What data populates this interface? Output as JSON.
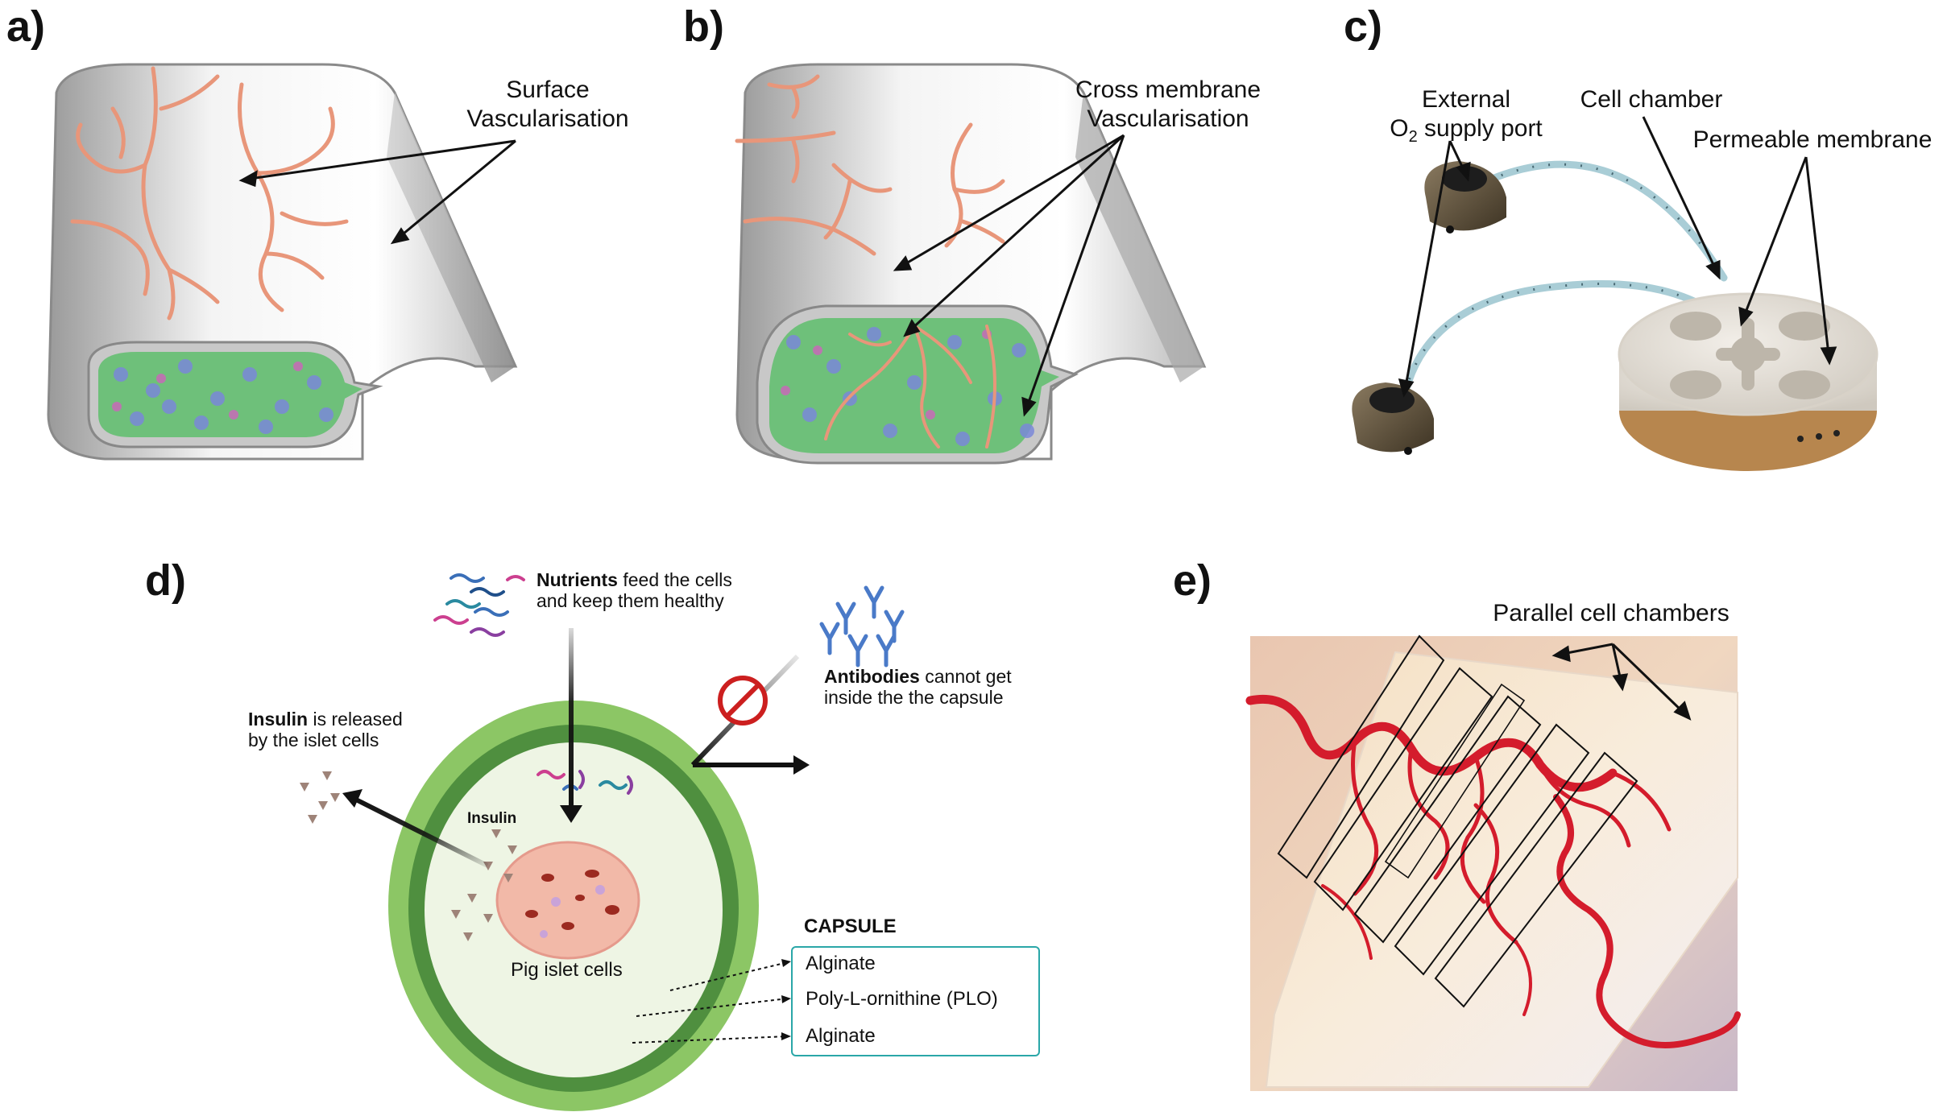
{
  "panels": {
    "a": {
      "letter": "a)",
      "label_line1": "Surface",
      "label_line2": "Vascularisation"
    },
    "b": {
      "letter": "b)",
      "label_line1": "Cross membrane",
      "label_line2": "Vascularisation"
    },
    "c": {
      "letter": "c)",
      "o2_line1": "External",
      "o2_prefix": "O",
      "o2_sub": "2",
      "o2_suffix": " supply port",
      "cell_chamber": "Cell chamber",
      "membrane": "Permeable membrane"
    },
    "d": {
      "letter": "d)",
      "nutrients_bold": "Nutrients",
      "nutrients_rest": " feed the cells",
      "nutrients_line2": "and keep them healthy",
      "antibodies_bold": "Antibodies",
      "antibodies_rest": " cannot get",
      "antibodies_line2": "inside the the capsule",
      "insulin_bold": "Insulin",
      "insulin_rest": " is released",
      "insulin_line2": "by the islet cells",
      "insulin_inner": "Insulin",
      "islet_label": "Pig islet cells",
      "capsule_title": "CAPSULE",
      "capsule_layers": [
        "Alginate",
        "Poly-L-ornithine (PLO)",
        "Alginate"
      ]
    },
    "e": {
      "letter": "e)",
      "label": "Parallel cell chambers"
    }
  },
  "colors": {
    "vessel": "#e8967a",
    "capsule_outer": "#8cc665",
    "capsule_ring": "#4f8f3f",
    "capsule_inner": "#eef5e4",
    "capsule_box_border": "#2aa7a8",
    "forbidden": "#cc1f1f",
    "blood_vessel_e": "#d41c2c"
  }
}
